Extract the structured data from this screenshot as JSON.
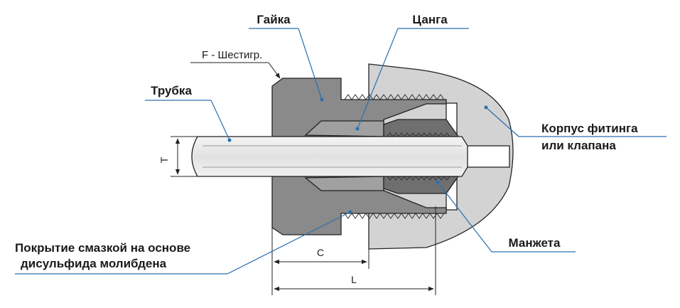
{
  "labels": {
    "nut": "Гайка",
    "collet": "Цанга",
    "hex": "F - Шестигр.",
    "tube": "Трубка",
    "body_line1": "Корпус фитинга",
    "body_line2": "или клапана",
    "sleeve": "Манжета",
    "coating_line1": "Покрытие смазкой на основе",
    "coating_line2": "дисульфида молибдена"
  },
  "dimensions": {
    "t": "T",
    "c": "C",
    "l": "L"
  },
  "colors": {
    "accent": "#2a6fb0",
    "body_fill": "#d3d3d3",
    "nut_fill": "#8a8a8a",
    "tube_fill": "#ececec",
    "collet_fill": "#7a7a7a"
  }
}
